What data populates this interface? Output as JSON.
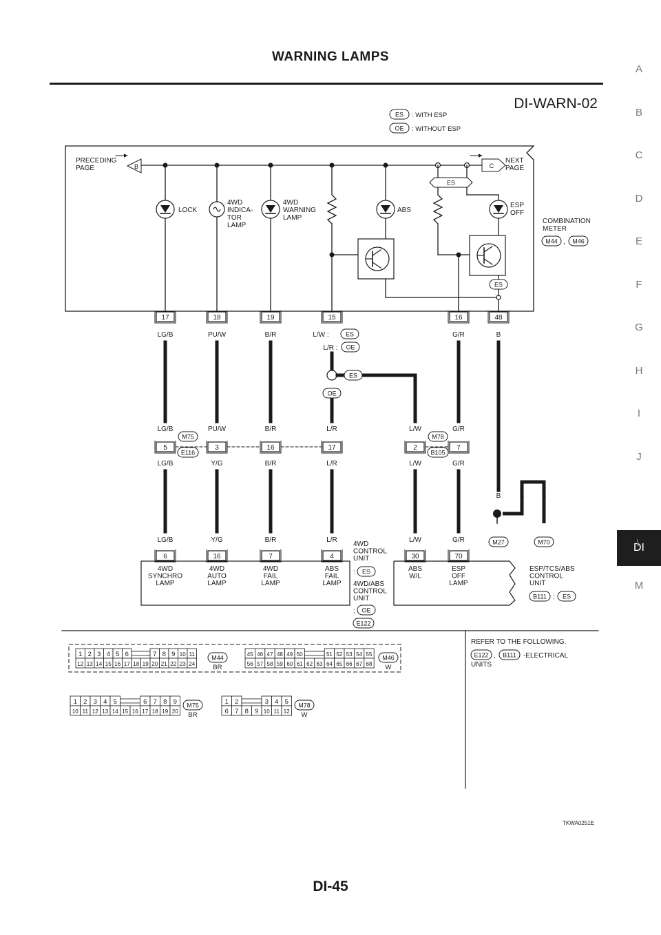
{
  "page": {
    "title": "WARNING LAMPS",
    "page_number": "DI-45",
    "figure_code": "TKWA0251E"
  },
  "side_tabs": [
    "A",
    "B",
    "C",
    "D",
    "E",
    "F",
    "G",
    "H",
    "I",
    "J",
    "DI",
    "L",
    "M"
  ],
  "active_tab": "DI",
  "diagram": {
    "id": "DI-WARN-02",
    "legend": [
      {
        "code": "ES",
        "text": ": WITH ESP"
      },
      {
        "code": "OE",
        "text": ": WITHOUT ESP"
      }
    ],
    "preceding_page": [
      "PRECEDING",
      "PAGE"
    ],
    "preceding_code": "B",
    "next_page": [
      "NEXT",
      "PAGE"
    ],
    "next_code": "C",
    "es_tag": "ES",
    "oe_tag": "OE",
    "meter": {
      "label": [
        "COMBINATION",
        "METER"
      ],
      "connectors": [
        "M44",
        "M46"
      ],
      "sep": ","
    },
    "lamps": [
      {
        "label": [
          "LOCK"
        ]
      },
      {
        "label": [
          "4WD",
          "INDICA-",
          "TOR",
          "LAMP"
        ]
      },
      {
        "label": [
          "4WD",
          "WARNING",
          "LAMP"
        ]
      },
      {
        "label": [
          "ABS"
        ]
      },
      {
        "label": [
          "ESP",
          "OFF"
        ]
      }
    ],
    "meter_pins": [
      "17",
      "18",
      "19",
      "15",
      "16",
      "48"
    ],
    "meter_wire_colors": [
      "LG/B",
      "PU/W",
      "B/R",
      "L/W :",
      "G/R",
      "B"
    ],
    "lr_prefix": "L/R :",
    "junction": {
      "connectors": [
        "M75",
        "E116",
        "M78",
        "B105"
      ],
      "pins": [
        "5",
        "3",
        "16",
        "17",
        "2",
        "7"
      ],
      "top_colors": [
        "LG/B",
        "PU/W",
        "B/R",
        "L/R",
        "L/W",
        "G/R"
      ],
      "bottom_colors": [
        "LG/B",
        "Y/G",
        "B/R",
        "L/R",
        "L/W",
        "G/R"
      ]
    },
    "ground": {
      "wire_labels": [
        "B",
        "B",
        "B"
      ],
      "connectors": [
        "M27",
        "M70"
      ]
    },
    "unit_wire_colors": [
      "LG/B",
      "Y/G",
      "B/R",
      "L/R",
      "L/W",
      "G/R"
    ],
    "unit_pins": [
      "6",
      "16",
      "7",
      "4",
      "30",
      "70"
    ],
    "unit_functions": [
      [
        "4WD",
        "SYNCHRO",
        "LAMP"
      ],
      [
        "4WD",
        "AUTO",
        "LAMP"
      ],
      [
        "4WD",
        "FAIL",
        "LAMP"
      ],
      [
        "ABS",
        "FAIL",
        "LAMP"
      ],
      [
        "ABS",
        "W/L"
      ],
      [
        "ESP",
        "OFF",
        "LAMP"
      ]
    ],
    "unit_4wd": {
      "label1": [
        "4WD",
        "CONTROL",
        "UNIT"
      ],
      "label2": [
        "4WD/ABS",
        "CONTROL",
        "UNIT"
      ],
      "colon": ":",
      "connector": "E122"
    },
    "unit_esp": {
      "label": [
        "ESP/TCS/ABS",
        "CONTROL",
        "UNIT"
      ],
      "connector": "B111",
      "colon": ":"
    }
  },
  "connector_views": {
    "m44": {
      "top": [
        "1",
        "2",
        "3",
        "4",
        "5",
        "6",
        "7",
        "8",
        "9",
        "10",
        "11"
      ],
      "bottom": [
        "12",
        "13",
        "14",
        "15",
        "16",
        "17",
        "18",
        "19",
        "20",
        "21",
        "22",
        "23",
        "24"
      ],
      "id": "M44",
      "color": "BR"
    },
    "m46": {
      "top": [
        "45",
        "46",
        "47",
        "48",
        "49",
        "50",
        "51",
        "52",
        "53",
        "54",
        "55"
      ],
      "bottom": [
        "56",
        "57",
        "58",
        "59",
        "60",
        "61",
        "62",
        "63",
        "64",
        "65",
        "66",
        "67",
        "68"
      ],
      "id": "M46",
      "color": "W"
    },
    "m75": {
      "top": [
        "1",
        "2",
        "3",
        "4",
        "5",
        "6",
        "7",
        "8",
        "9"
      ],
      "bottom": [
        "10",
        "11",
        "12",
        "13",
        "14",
        "15",
        "16",
        "17",
        "18",
        "19",
        "20"
      ],
      "id": "M75",
      "color": "BR"
    },
    "m78": {
      "top": [
        "1",
        "2",
        "3",
        "4",
        "5"
      ],
      "bottom": [
        "6",
        "7",
        "8",
        "9",
        "10",
        "11",
        "12"
      ],
      "id": "M78",
      "color": "W"
    }
  },
  "reference": {
    "heading": "REFER TO THE FOLLOWING.",
    "items": [
      "E122",
      "B111"
    ],
    "sep": ",",
    "text": "-ELECTRICAL",
    "text2": "UNITS"
  }
}
